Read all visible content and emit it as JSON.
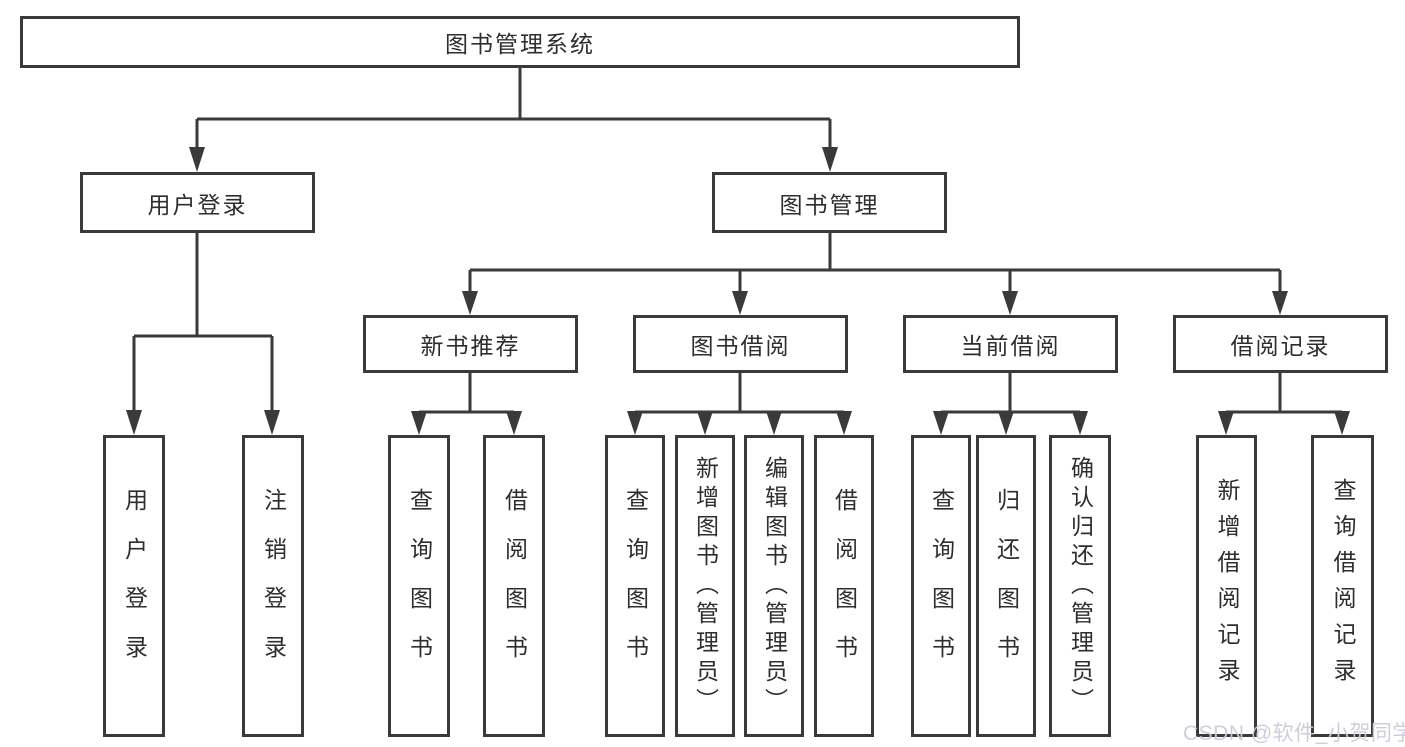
{
  "diagram": {
    "root": {
      "label": "图书管理系统"
    },
    "level2": [
      {
        "label": "用户登录"
      },
      {
        "label": "图书管理"
      }
    ],
    "level3": [
      {
        "label": "新书推荐"
      },
      {
        "label": "图书借阅"
      },
      {
        "label": "当前借阅"
      },
      {
        "label": "借阅记录"
      }
    ],
    "leaves": [
      {
        "label": "用户登录"
      },
      {
        "label": "注销登录"
      },
      {
        "label": "查询图书"
      },
      {
        "label": "借阅图书"
      },
      {
        "label": "查询图书"
      },
      {
        "label": "新增图书（管理员）"
      },
      {
        "label": "编辑图书（管理员）"
      },
      {
        "label": "借阅图书"
      },
      {
        "label": "查询图书"
      },
      {
        "label": "归还图书"
      },
      {
        "label": "确认归还（管理员）"
      },
      {
        "label": "新增借阅记录"
      },
      {
        "label": "查询借阅记录"
      }
    ],
    "watermark": "CSDN @软件_小贺同学",
    "colors": {
      "line": "#3a3a3a",
      "box_border": "#3a3a3a",
      "text": "#2e2e2e",
      "watermark": "#cacbdb",
      "background": "#ffffff"
    }
  }
}
